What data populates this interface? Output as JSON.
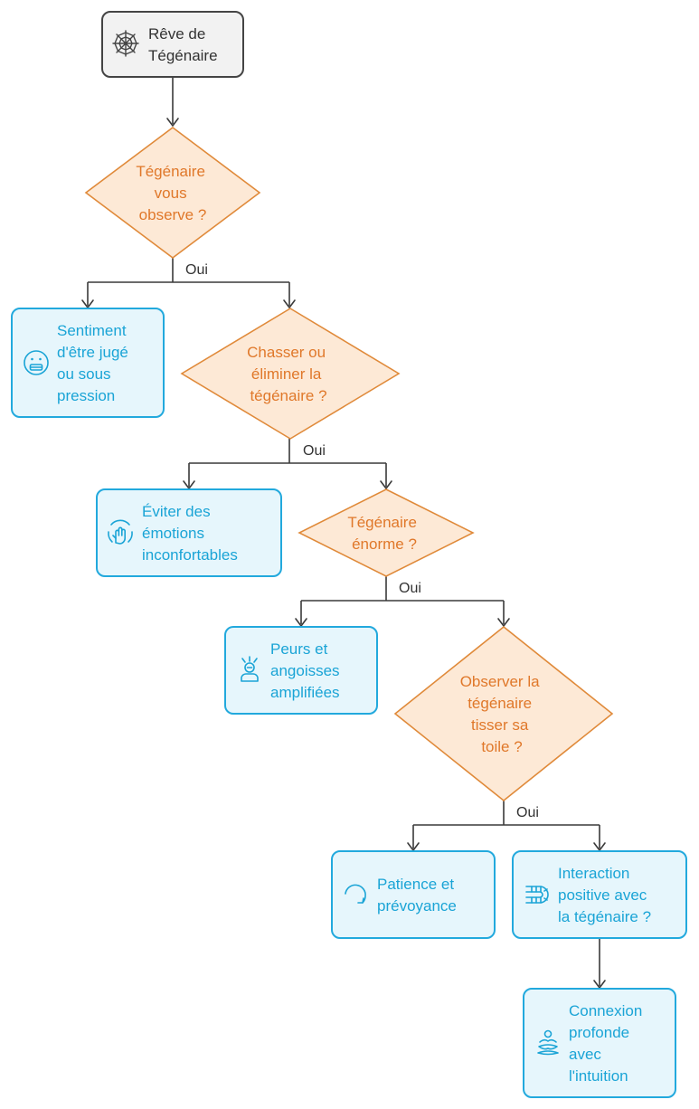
{
  "start": {
    "lines": [
      "Rêve de",
      "Tégénaire"
    ],
    "icon": "spider-web-icon"
  },
  "decisions": [
    {
      "id": "d1",
      "lines": [
        "Tégénaire",
        "vous",
        "observe ?"
      ]
    },
    {
      "id": "d2",
      "lines": [
        "Chasser ou",
        "éliminer la",
        "tégénaire ?"
      ]
    },
    {
      "id": "d3",
      "lines": [
        "Tégénaire",
        "énorme ?"
      ]
    },
    {
      "id": "d4",
      "lines": [
        "Observer la",
        "tégénaire",
        "tisser sa",
        "toile ?"
      ]
    }
  ],
  "outcomes": [
    {
      "id": "o1",
      "lines": [
        "Sentiment",
        "d'être jugé",
        "ou sous",
        "pression"
      ],
      "icon": "grimace-face-icon"
    },
    {
      "id": "o2",
      "lines": [
        "Éviter des",
        "émotions",
        "inconfortables"
      ],
      "icon": "hand-stop-icon"
    },
    {
      "id": "o3",
      "lines": [
        "Peurs et",
        "angoisses",
        "amplifiées"
      ],
      "icon": "anxious-person-icon"
    },
    {
      "id": "o4",
      "lines": [
        "Patience et",
        "prévoyance"
      ],
      "icon": "circular-arrow-icon"
    },
    {
      "id": "o5",
      "lines": [
        "Interaction",
        "positive avec",
        "la tégénaire ?"
      ],
      "icon": "magnet-icon"
    },
    {
      "id": "o6",
      "lines": [
        "Connexion",
        "profonde",
        "avec",
        "l'intuition"
      ],
      "icon": "meditation-icon"
    }
  ],
  "edge_labels": [
    "Oui",
    "Oui",
    "Oui",
    "Oui"
  ],
  "colors": {
    "decision_fill": "#fde9d6",
    "decision_stroke": "#e08a3a",
    "decision_text": "#e0782a",
    "outcome_fill": "#e6f6fc",
    "outcome_stroke": "#22a9dd",
    "outcome_text": "#1aa4d6",
    "start_fill": "#f2f2f2",
    "start_stroke": "#444444"
  }
}
